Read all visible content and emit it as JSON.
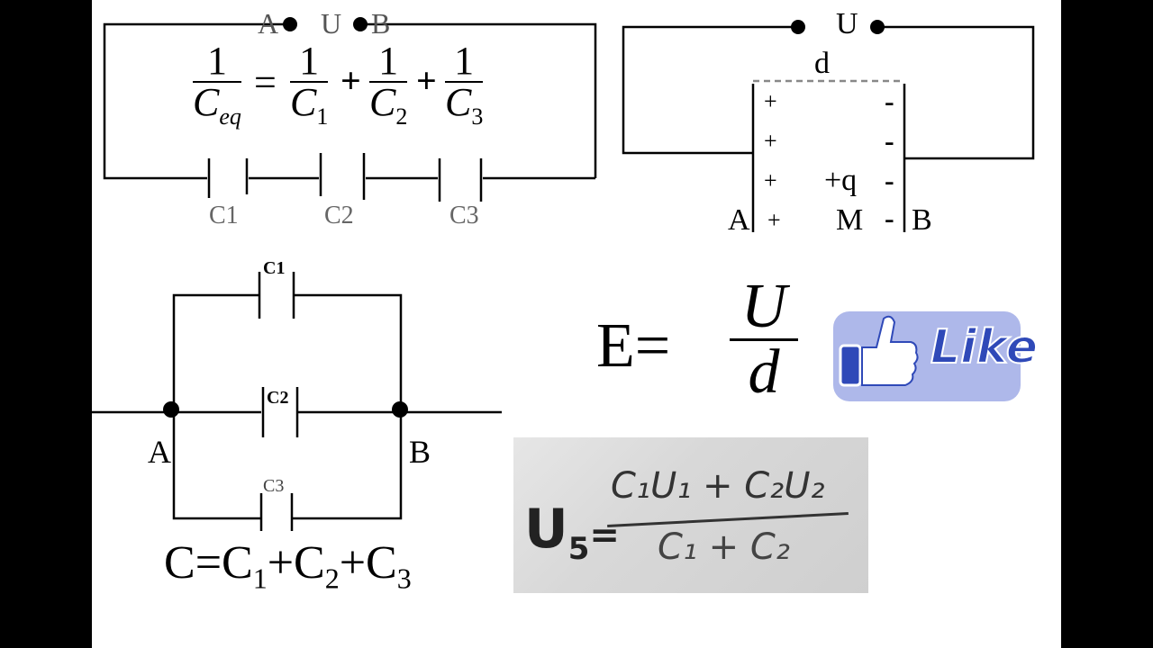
{
  "series_circuit": {
    "terminal_a": "A",
    "terminal_u": "U",
    "terminal_b": "B",
    "caps": [
      "C1",
      "C2",
      "C3"
    ],
    "formula": {
      "lhs_num": "1",
      "lhs_den": "C",
      "lhs_den_sub": "eq",
      "eq": "=",
      "plus": "+",
      "terms": [
        {
          "num": "1",
          "den": "C",
          "sub": "1"
        },
        {
          "num": "1",
          "den": "C",
          "sub": "2"
        },
        {
          "num": "1",
          "den": "C",
          "sub": "3"
        }
      ]
    }
  },
  "plate_capacitor": {
    "voltage_label": "U",
    "distance_label": "d",
    "plus_sign": "+",
    "minus_sign": "-",
    "charge_label": "+q",
    "mid_label": "M",
    "terminal_a": "A",
    "terminal_b": "B"
  },
  "parallel_circuit": {
    "caps": [
      "C1",
      "C2",
      "C3"
    ],
    "terminal_a": "A",
    "terminal_b": "B",
    "formula": {
      "c": "C",
      "eq": "=",
      "plus": "+",
      "subs": [
        "1",
        "2",
        "3"
      ]
    }
  },
  "field_formula": {
    "lhs": "E=",
    "num": "U",
    "den": "d"
  },
  "handwritten_formula": {
    "lhs": "U",
    "lhs_sub": "5",
    "eq": "=",
    "numerator": "C₁U₁ + C₂U₂",
    "denominator": "C₁ + C₂"
  },
  "like_badge": {
    "label": "Like",
    "icon": "thumbs-up-icon",
    "color": "#aeb8ea",
    "accent": "#2f49b8"
  }
}
